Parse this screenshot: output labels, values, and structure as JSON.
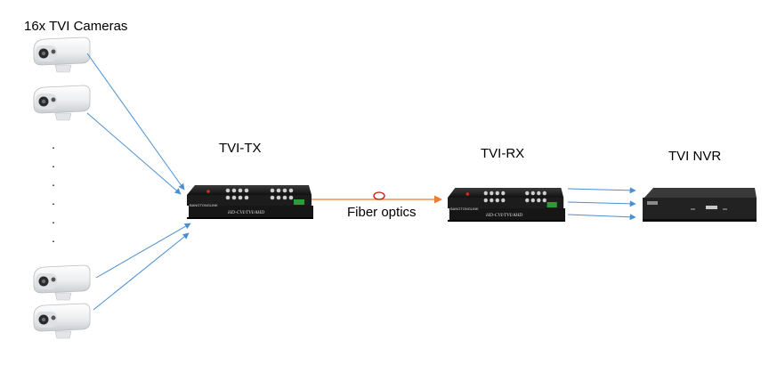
{
  "labels": {
    "cameras": "16x TVI Cameras",
    "tx": "TVI-TX",
    "rx": "TVI-RX",
    "nvr": "TVI NVR",
    "fiber": "Fiber optics"
  },
  "device_text": {
    "brand": "BANGTONGLINK",
    "model": "HD-CVI/TVI/AHD"
  },
  "ellipsis_dots": [
    ".",
    ".",
    ".",
    ".",
    ".",
    "."
  ],
  "colors": {
    "camera_links": "#4a8fd0",
    "fiber": "#f07d2f",
    "fiber_marker": "#d01010",
    "device_body": "#1e1e1e"
  },
  "icons": [
    "camera-icon",
    "transmitter-icon",
    "receiver-icon",
    "nvr-icon"
  ]
}
